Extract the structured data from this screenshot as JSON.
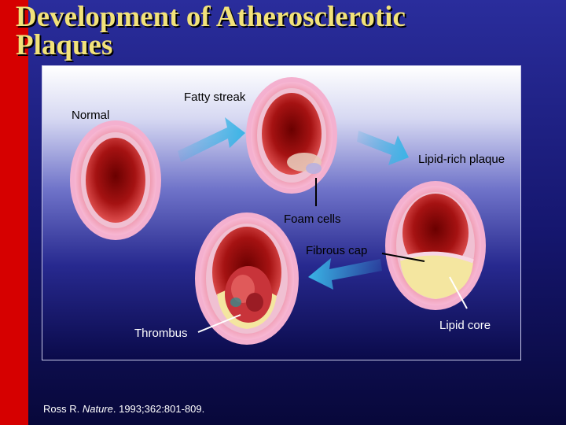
{
  "title_line1": "Development of Atherosclerotic",
  "title_line2": "Plaques",
  "labels": {
    "normal": "Normal",
    "fatty_streak": "Fatty streak",
    "lipid_rich_plaque": "Lipid-rich plaque",
    "foam_cells": "Foam cells",
    "fibrous_cap": "Fibrous cap",
    "thrombus": "Thrombus",
    "lipid_core": "Lipid core"
  },
  "citation": {
    "author": "Ross R. ",
    "journal": "Nature",
    "details": ". 1993;362:801-809."
  },
  "colors": {
    "accent_bar": "#d60000",
    "title": "#f2e27a",
    "arrow": "#3ab4e6",
    "vessel_wall": "#f0a0c8",
    "lumen": "#b01818",
    "lipid": "#f4e6a0"
  }
}
